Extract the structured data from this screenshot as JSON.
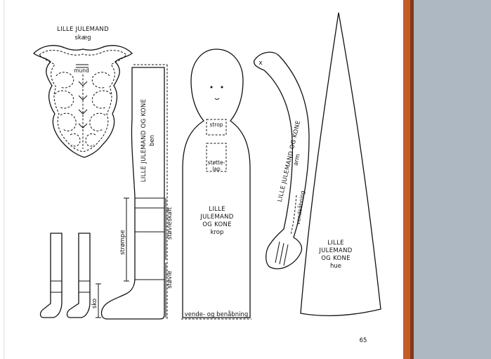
{
  "page_number": "65",
  "beard": {
    "title": "LILLE JULEMAND",
    "subtitle": "skæg",
    "mouth_label": "mund"
  },
  "legs": {
    "title_line1": "LILLE JULEMAND OG KONE",
    "title_line2": "ben",
    "label_stocking": "strømpe",
    "label_boot": "støvle",
    "label_boot_shaft": "støvleskaft",
    "label_shoe": "sko"
  },
  "body": {
    "title_lines": [
      "LILLE",
      "JULEMAND",
      "OG KONE",
      "krop"
    ],
    "strap_label": "strop",
    "support_label_line1": "støtte-",
    "support_label_line2": "lap",
    "opening_label": "vende- og benåbning"
  },
  "arm": {
    "title_line1": "LILLE JULEMAND OG KONE",
    "title_line2": "arm",
    "opening_label": "vendeåbning",
    "mark": "x"
  },
  "hat": {
    "title_lines": [
      "LILLE",
      "JULEMAND",
      "OG KONE",
      "hue"
    ]
  },
  "colors": {
    "page": "#ffffff",
    "ink": "#111111",
    "spine_right": "#c85a28",
    "background_right": "#aeb8c2"
  }
}
